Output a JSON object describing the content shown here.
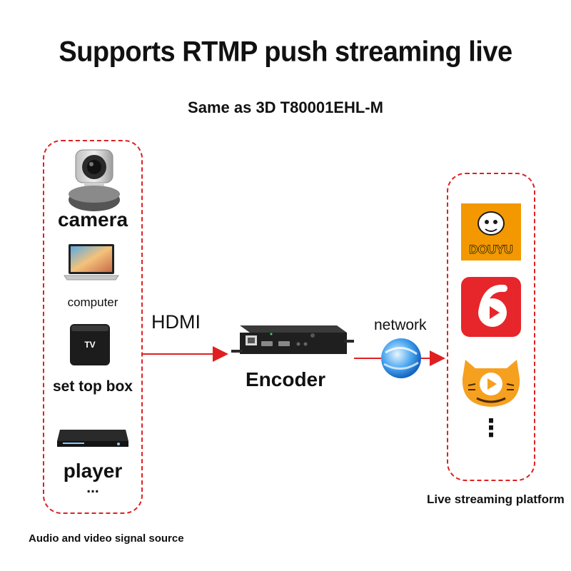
{
  "title": "Supports RTMP push streaming live",
  "subtitle": "Same as 3D T80001EHL-M",
  "sources": {
    "caption": "Audio and video signal source",
    "items": [
      "camera",
      "computer",
      "set top box",
      "player"
    ],
    "tv_badge": "TV",
    "more": "..."
  },
  "link_in": "HDMI",
  "encoder": "Encoder",
  "link_out": "network",
  "platforms": {
    "caption": "Live streaming platform",
    "douyu_logo_text": "DOUYU",
    "more": "⋮"
  },
  "colors": {
    "accent": "#e02020",
    "douyu_bg": "#f39800",
    "six_bg": "#e6262b",
    "huya_bg": "#f6a020"
  }
}
